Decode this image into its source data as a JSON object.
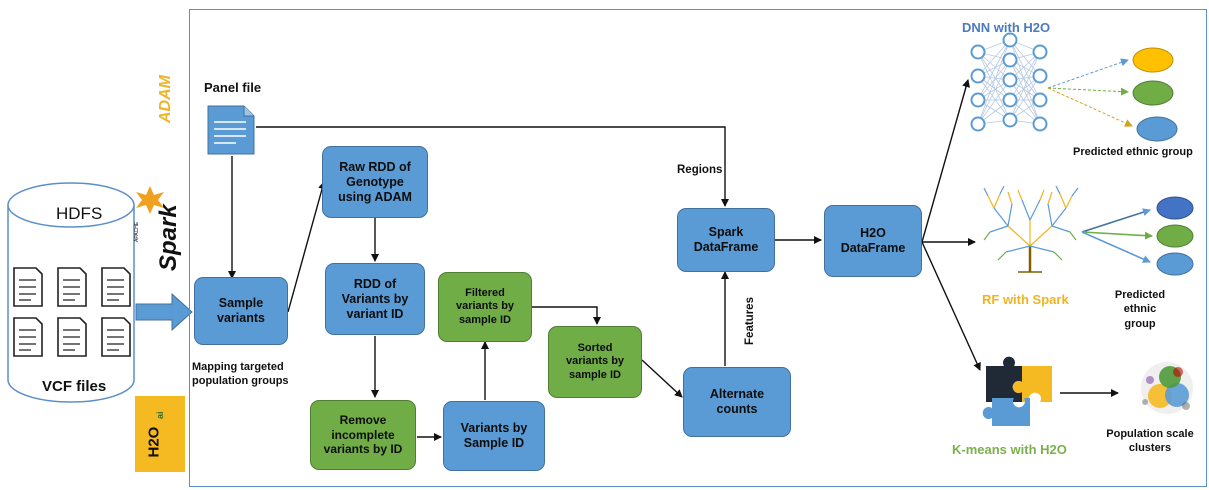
{
  "hdfs": {
    "title": "HDFS",
    "files_label": "VCF files"
  },
  "logos": {
    "adam": "ADAM",
    "spark": "Spark",
    "spark_small": "APACHE",
    "h2o": "H2O",
    "h2o_ai": "ai"
  },
  "panel_file": {
    "label": "Panel file"
  },
  "boxes": {
    "sample_variants": "Sample\nvariants",
    "raw_rdd": "Raw RDD of\nGenotype\nusing ADAM",
    "rdd_variants": "RDD of\nVariants by\nvariant ID",
    "remove_incomplete": "Remove\nincomplete\nvariants by ID",
    "variants_sample": "Variants by\nSample ID",
    "filtered": "Filtered\nvariants by\nsample ID",
    "sorted": "Sorted\nvariants by\nsample ID",
    "alternate": "Alternate\ncounts",
    "spark_df": "Spark\nDataFrame",
    "h2o_df": "H2O\nDataFrame"
  },
  "labels": {
    "mapping": "Mapping targeted\npopulation groups",
    "regions": "Regions",
    "features": "Features"
  },
  "models": {
    "dnn": {
      "title": "DNN with H2O",
      "result": "Predicted ethnic group"
    },
    "rf": {
      "title": "RF with Spark",
      "result": "Predicted ethnic\ngroup"
    },
    "kmeans": {
      "title": "K-means with H2O",
      "result": "Population scale\nclusters"
    }
  },
  "colors": {
    "blue_box": "#5b9bd5",
    "green_box": "#70ad47",
    "frame": "#5b8fc9",
    "adam": "#f0b323",
    "dnn_title": "#4a7bbf",
    "rf_title": "#f0b323",
    "kmeans_title": "#7bb04c",
    "h2o_bg": "#f5b921"
  },
  "icons": [
    "database-cylinder-icon",
    "document-icon",
    "spark-logo-icon",
    "h2o-logo-icon",
    "neural-network-icon",
    "random-forest-tree-icon",
    "puzzle-pieces-icon",
    "cluster-scatter-icon",
    "big-arrow-icon"
  ]
}
